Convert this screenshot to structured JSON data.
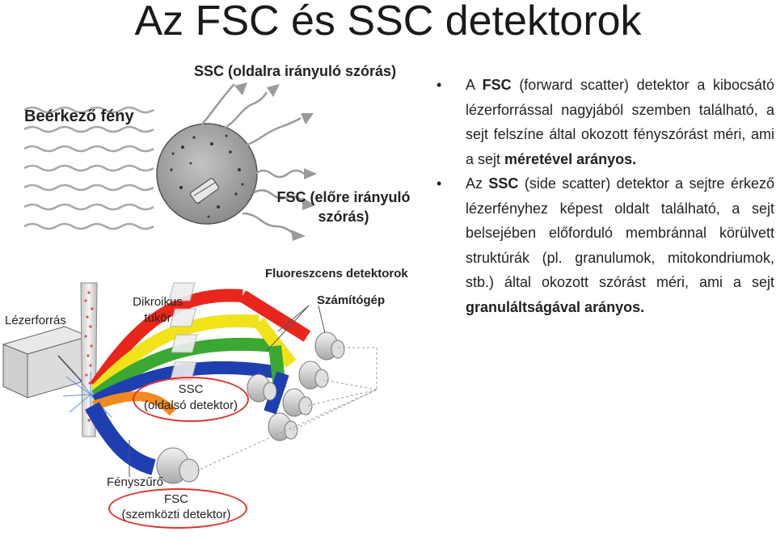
{
  "title": "Az FSC és SSC detektorok",
  "labels": {
    "incoming_light": "Beérkező fény",
    "ssc_side_scatter": "SSC (oldalra irányuló szórás)",
    "fsc_forward_scatter_1": "FSC (előre irányuló",
    "fsc_forward_scatter_2": "szórás)",
    "fluorescent_detectors": "Fluoreszcens detektorok",
    "computer": "Számítógép",
    "laser_source": "Lézerforrás",
    "dichroic_1": "Dikroikus",
    "dichroic_2": "tükör",
    "ssc_detector_1": "SSC",
    "ssc_detector_2": "(oldalsó detektor)",
    "light_filter": "Fényszűrő",
    "fsc_detector_1": "FSC",
    "fsc_detector_2": "(szemközti detektor)"
  },
  "bullets": [
    {
      "parts": [
        "A ",
        "FSC",
        " (forward scatter) detektor a kibocsátó lézerforrással nagyjából szemben található, a sejt felszíne által okozott fényszórást méri, ami a sejt ",
        "méretével arányos."
      ]
    },
    {
      "parts": [
        "Az ",
        "SSC",
        " (side scatter) detektor a sejtre érkező lézerfényhez képest oldalt található, a sejt belsejében előforduló membránnal körülvett struktúrák (pl. granulumok, mitokondriumok, stb.) által okozott szórást méri, ami a sejt ",
        "granuláltságával arányos."
      ]
    }
  ],
  "colors": {
    "red": "#e8261c",
    "yellow": "#f2e21a",
    "green": "#3aa832",
    "blue": "#1f3fb0",
    "circle": "#e0332a",
    "cell": "#9c9c9c"
  },
  "icons": [
    "cell-icon",
    "laser-box-icon",
    "flow-tube-icon",
    "detector-icon",
    "prism-icon"
  ]
}
